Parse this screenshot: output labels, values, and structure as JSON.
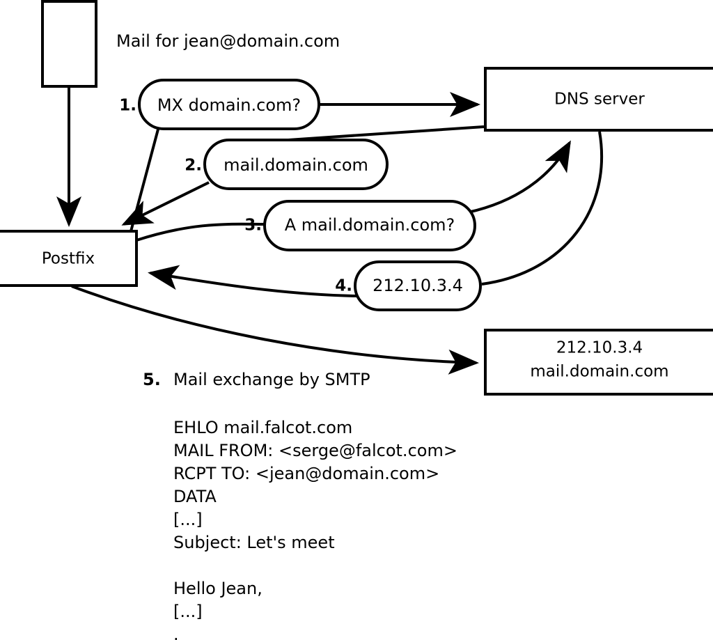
{
  "diagram": {
    "title_caption": "Mail for jean@domain.com",
    "nodes": [
      {
        "id": "sender-box",
        "label": ""
      },
      {
        "id": "postfix-box",
        "label": "Postfix"
      },
      {
        "id": "dns-box",
        "label": "DNS server"
      },
      {
        "id": "target-box",
        "line1": "212.10.3.4",
        "line2": "mail.domain.com"
      }
    ],
    "steps": [
      {
        "num": "1.",
        "label": "MX domain.com?"
      },
      {
        "num": "2.",
        "label": "mail.domain.com"
      },
      {
        "num": "3.",
        "label": "A mail.domain.com?"
      },
      {
        "num": "4.",
        "label": "212.10.3.4"
      }
    ],
    "step5": {
      "num": "5.",
      "label": "Mail exchange by SMTP"
    },
    "smtp_transcript": [
      "EHLO mail.falcot.com",
      "MAIL FROM: <serge@falcot.com>",
      "RCPT TO: <jean@domain.com>",
      "DATA",
      "[...]",
      "Subject: Let's meet",
      "",
      "Hello Jean,",
      "[...]",
      "."
    ],
    "colors": {
      "stroke": "#000000",
      "fill": "#ffffff",
      "text": "#000000"
    }
  }
}
